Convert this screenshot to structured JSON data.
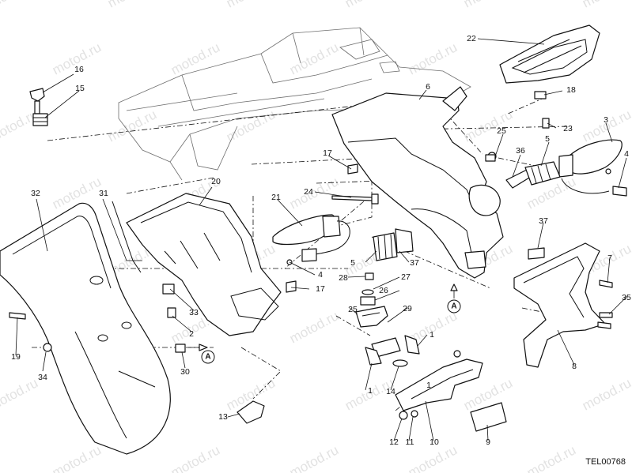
{
  "drawing_code": "TEL00768",
  "watermark_text": "motod.ru",
  "reference_marker": "A",
  "callouts": [
    "1",
    "1",
    "1",
    "2",
    "3",
    "4",
    "4",
    "5",
    "5",
    "6",
    "7",
    "8",
    "9",
    "10",
    "11",
    "12",
    "13",
    "14",
    "15",
    "16",
    "17",
    "17",
    "18",
    "19",
    "20",
    "21",
    "22",
    "23",
    "24",
    "25",
    "25",
    "26",
    "27",
    "28",
    "29",
    "30",
    "31",
    "32",
    "33",
    "34",
    "35",
    "36",
    "37",
    "37"
  ],
  "colors": {
    "line": "#111111",
    "frame": "#6d6d6d",
    "watermark": "#a7a7a7",
    "background": "#ffffff"
  }
}
